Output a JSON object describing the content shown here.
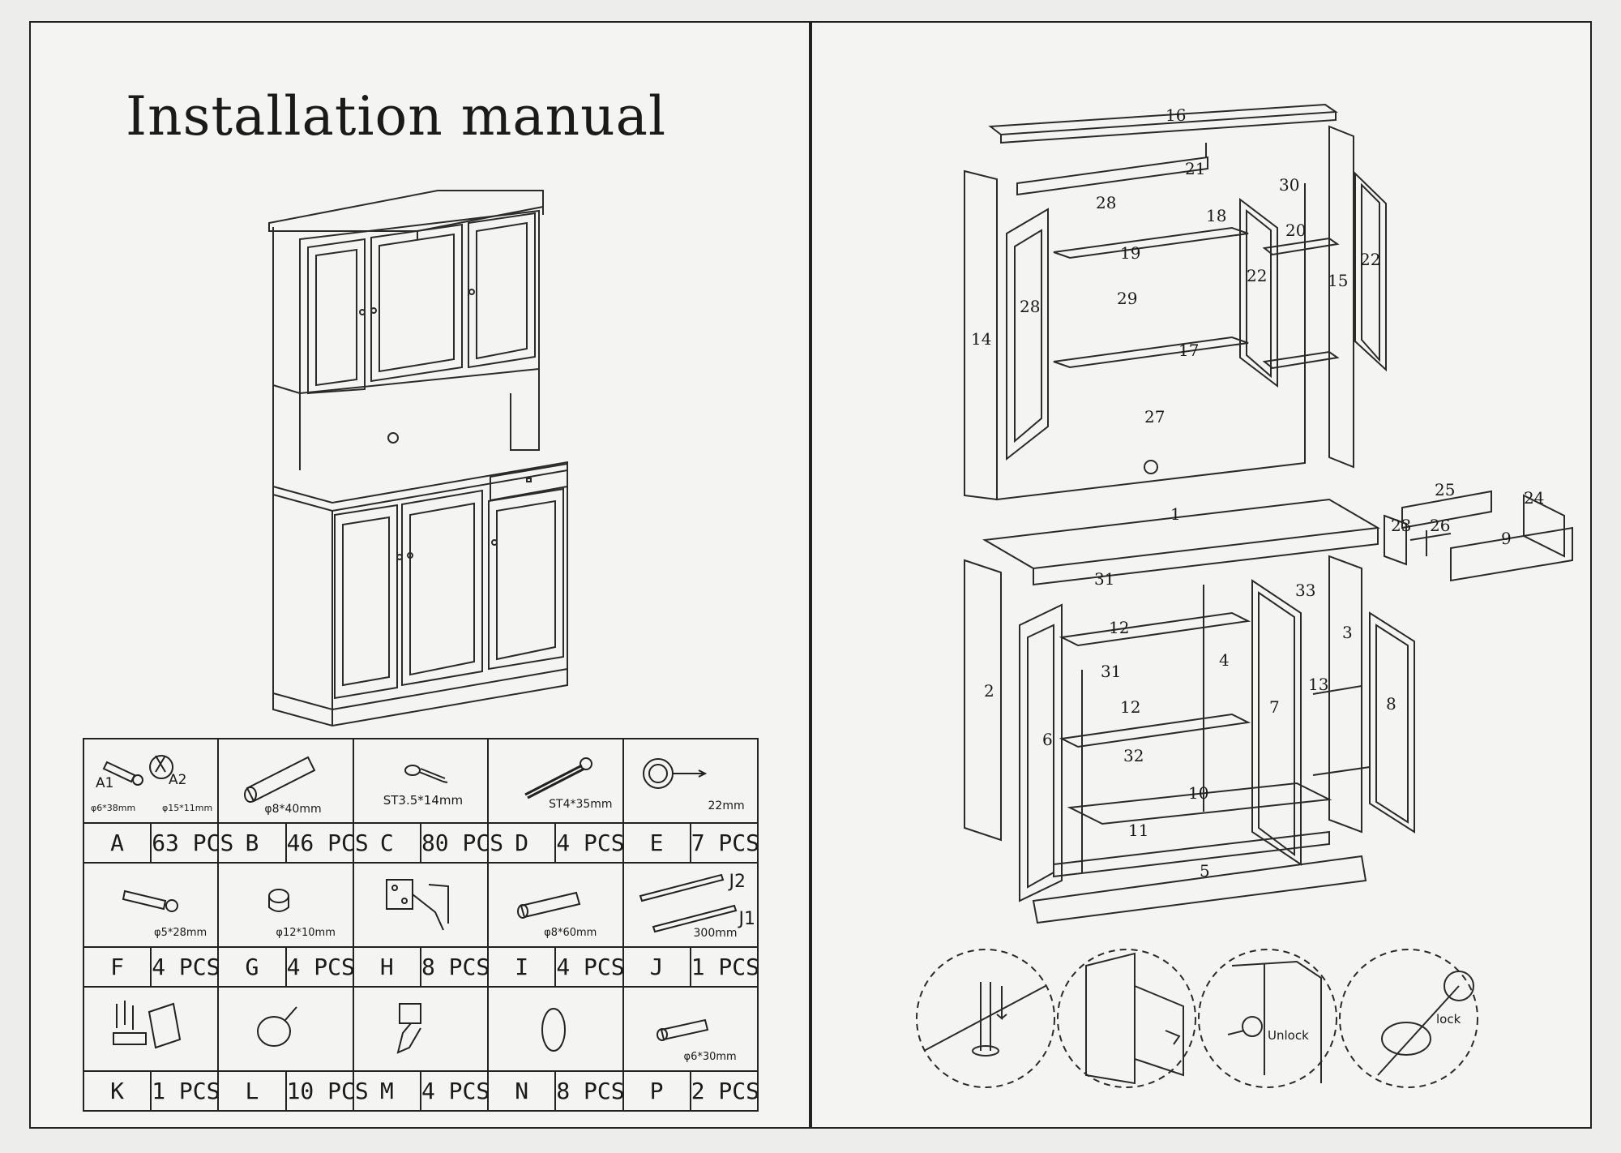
{
  "title": "Installation manual",
  "hardware": [
    {
      "letter": "A",
      "qty": "63 PCS",
      "labels": [
        "A1",
        "A2"
      ],
      "sizes": [
        "φ6*38mm",
        "φ15*11mm"
      ],
      "icon": "cam-bolt-and-lock-icon"
    },
    {
      "letter": "B",
      "qty": "46 PCS",
      "sizes": [
        "φ8*40mm"
      ],
      "icon": "wooden-dowel-icon"
    },
    {
      "letter": "C",
      "qty": "80 PCS",
      "sizes": [
        "ST3.5*14mm"
      ],
      "icon": "wood-screw-icon"
    },
    {
      "letter": "D",
      "qty": "4 PCS",
      "sizes": [
        "ST4*35mm"
      ],
      "icon": "long-screw-icon"
    },
    {
      "letter": "E",
      "qty": "7 PCS",
      "sizes": [
        "22mm"
      ],
      "icon": "knob-icon"
    },
    {
      "letter": "F",
      "qty": "4 PCS",
      "sizes": [
        "φ5*28mm"
      ],
      "icon": "cam-bolt-icon"
    },
    {
      "letter": "G",
      "qty": "4 PCS",
      "sizes": [
        "φ12*10mm"
      ],
      "icon": "cam-lock-icon"
    },
    {
      "letter": "H",
      "qty": "8 PCS",
      "sizes": [],
      "icon": "hinge-icon"
    },
    {
      "letter": "I",
      "qty": "4 PCS",
      "sizes": [
        "φ8*60mm"
      ],
      "icon": "long-dowel-icon"
    },
    {
      "letter": "J",
      "qty": "1 PCS",
      "labels": [
        "J2",
        "J1"
      ],
      "sizes": [
        "300mm"
      ],
      "icon": "drawer-slide-icon"
    },
    {
      "letter": "K",
      "qty": "1 PCS",
      "sizes": [],
      "icon": "anti-tip-kit-icon"
    },
    {
      "letter": "L",
      "qty": "10 PCS",
      "sizes": [],
      "icon": "felt-pad-nail-icon"
    },
    {
      "letter": "M",
      "qty": "4 PCS",
      "sizes": [],
      "icon": "small-hinge-icon"
    },
    {
      "letter": "N",
      "qty": "8 PCS",
      "sizes": [],
      "icon": "ring-icon"
    },
    {
      "letter": "P",
      "qty": "2 PCS",
      "sizes": [
        "φ6*30mm"
      ],
      "icon": "short-dowel-icon"
    }
  ],
  "part_numbers": [
    "16",
    "21",
    "30",
    "28",
    "18",
    "20",
    "22",
    "22",
    "19",
    "15",
    "14",
    "28",
    "29",
    "17",
    "27",
    "1",
    "25",
    "24",
    "23",
    "26",
    "9",
    "31",
    "33",
    "12",
    "3",
    "4",
    "31",
    "13",
    "2",
    "12",
    "7",
    "8",
    "6",
    "32",
    "10",
    "11",
    "5"
  ],
  "cam_steps": {
    "unlock": "Unlock",
    "lock": "lock"
  }
}
